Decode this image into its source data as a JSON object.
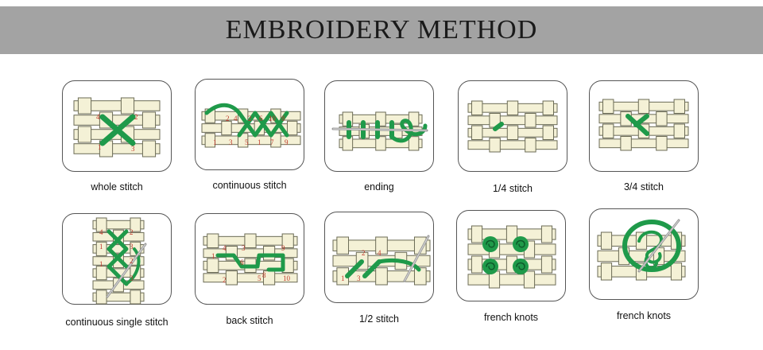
{
  "header": {
    "title": "EMBROIDERY METHOD"
  },
  "colors": {
    "fabric": "#f4f1d6",
    "fabric_stroke": "#6b6b55",
    "thread": "#1f9a4a",
    "needle": "#9a9a9a",
    "numbers": "#c0392b"
  },
  "stitches": [
    {
      "label": "whole stitch",
      "kind": "whole",
      "nums": [
        "4",
        "2",
        "1",
        "3"
      ]
    },
    {
      "label": "continuous stitch",
      "kind": "continuous",
      "nums": [
        "2",
        "4",
        "2",
        "6",
        "10",
        "8",
        "1",
        "3",
        "5",
        "1",
        "7",
        "9"
      ]
    },
    {
      "label": "ending",
      "kind": "ending",
      "nums": []
    },
    {
      "label": "1/4 stitch",
      "kind": "quarter",
      "nums": []
    },
    {
      "label": "3/4 stitch",
      "kind": "threequarter",
      "nums": []
    },
    {
      "label": "continuous single stitch",
      "kind": "single",
      "nums": [
        "4",
        "2",
        "1",
        "3",
        "2",
        "1",
        "3"
      ]
    },
    {
      "label": "back stitch",
      "kind": "back",
      "nums": [
        "1",
        "4",
        "3",
        "6",
        "9",
        "2",
        "5",
        "8",
        "10"
      ]
    },
    {
      "label": "1/2 stitch",
      "kind": "half",
      "nums": [
        "4",
        "2",
        "1",
        "3"
      ]
    },
    {
      "label": "french knots",
      "kind": "knots",
      "nums": []
    },
    {
      "label": "french knots",
      "kind": "knot",
      "nums": []
    }
  ]
}
